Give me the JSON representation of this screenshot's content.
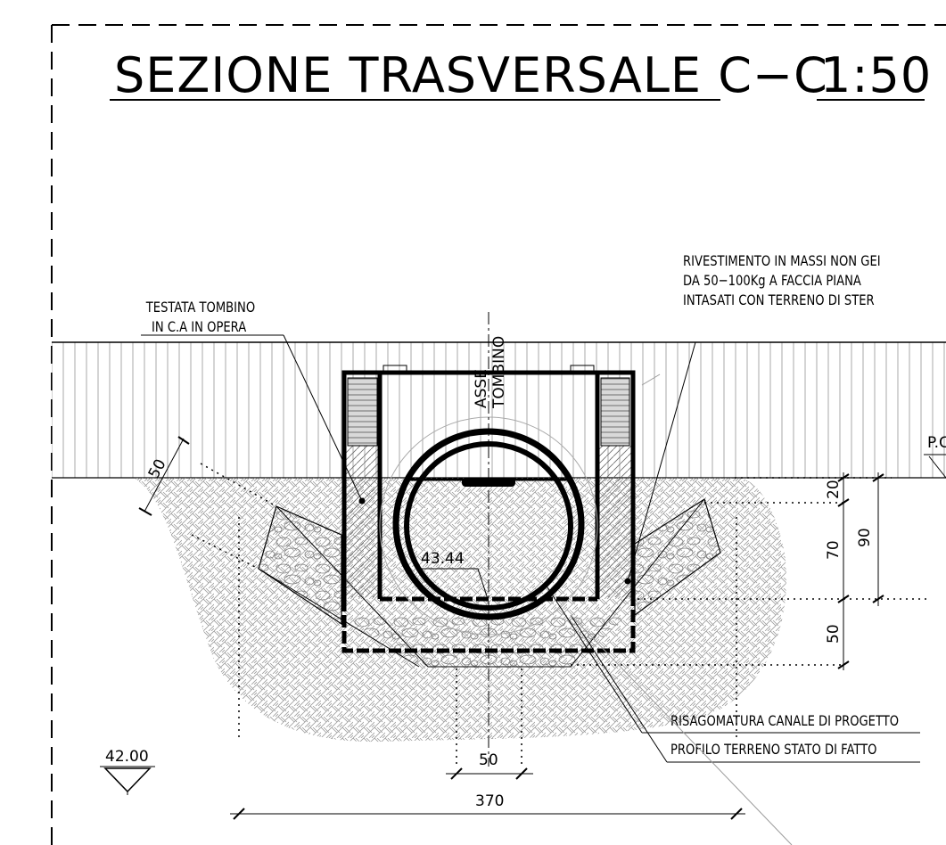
{
  "title": {
    "section": "SEZIONE TRASVERSALE C−C",
    "scale": "1:50"
  },
  "labels": {
    "testata_line1": "TESTATA TOMBINO",
    "testata_line2": "IN C.A IN OPERA",
    "rivestimento_line1": "RIVESTIMENTO IN MASSI NON GEI",
    "rivestimento_line2": "DA 50−100Kg A FACCIA PIANA",
    "rivestimento_line3": "INTASATI CON TERRENO DI STER",
    "asse_line1": "ASSE",
    "asse_line2": "TOMBINO",
    "risagomatura": "RISAGOMATURA CANALE DI PROGETTO",
    "profilo": "PROFILO TERRENO STATO DI FATTO",
    "pc_partial": "P.C"
  },
  "elevations": {
    "invert": "43.44",
    "reference": "42.00"
  },
  "dimensions": {
    "slope_lining": "50",
    "right_top": "20",
    "right_mid": "70",
    "right_total": "90",
    "right_bottom": "50",
    "bottom_small": "50",
    "bottom_total": "370"
  },
  "colors": {
    "line": "#000000",
    "hatch_fill": "#d9d9d9",
    "ground_hatch": "#9a9a9a"
  }
}
